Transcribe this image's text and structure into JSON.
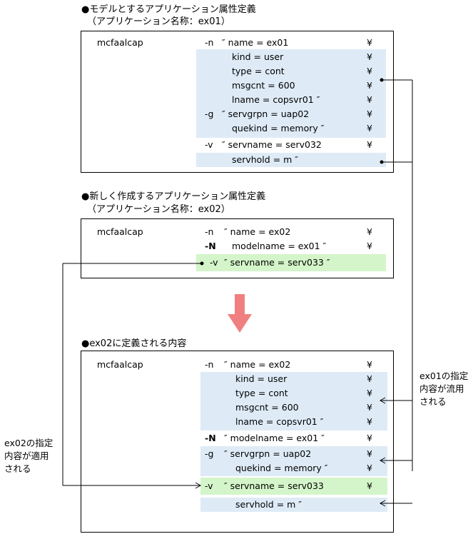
{
  "sections": {
    "model": {
      "heading": "●モデルとするアプリケーション属性定義",
      "subheading": "（アプリケーション名称：ex01）",
      "command": "mcfaalcap",
      "lines": [
        {
          "opt": "-n",
          "text": "″ name = ex01",
          "yen": "¥"
        },
        {
          "opt": "",
          "text": "kind = user",
          "yen": "¥"
        },
        {
          "opt": "",
          "text": "type = cont",
          "yen": "¥"
        },
        {
          "opt": "",
          "text": "msgcnt = 600",
          "yen": "¥"
        },
        {
          "opt": "",
          "text": "lname = copsvr01 ″",
          "yen": "¥"
        },
        {
          "opt": "-g",
          "text": "″ servgrpn = uap02",
          "yen": "¥"
        },
        {
          "opt": "",
          "text": "quekind = memory ″",
          "yen": "¥"
        },
        {
          "opt": "-v",
          "text": "″ servname = serv032",
          "yen": "¥"
        },
        {
          "opt": "",
          "text": "servhold = m ″",
          "yen": ""
        }
      ]
    },
    "new": {
      "heading": "●新しく作成するアプリケーション属性定義",
      "subheading": "（アプリケーション名称：ex02）",
      "command": "mcfaalcap",
      "lines": [
        {
          "opt": "-n",
          "text": "″ name = ex02",
          "yen": "¥"
        },
        {
          "opt": "-N",
          "text": "modelname = ex01 ″",
          "yen": "¥"
        },
        {
          "opt": "-v",
          "text": "″ servname = serv033 ″",
          "yen": ""
        }
      ]
    },
    "result": {
      "heading": "●ex02に定義される内容",
      "command": "mcfaalcap",
      "lines": [
        {
          "opt": "-n",
          "text": "″ name = ex02",
          "yen": "¥"
        },
        {
          "opt": "",
          "text": "kind = user",
          "yen": "¥"
        },
        {
          "opt": "",
          "text": "type = cont",
          "yen": "¥"
        },
        {
          "opt": "",
          "text": "msgcnt = 600",
          "yen": "¥"
        },
        {
          "opt": "",
          "text": "lname = copsvr01 ″",
          "yen": "¥"
        },
        {
          "opt": "-N",
          "text": "″ modelname = ex01 ″",
          "yen": "¥"
        },
        {
          "opt": "-g",
          "text": "″ servgrpn = uap02",
          "yen": "¥"
        },
        {
          "opt": "",
          "text": "quekind = memory ″",
          "yen": "¥"
        },
        {
          "opt": "-v",
          "text": "″ servname = serv033",
          "yen": "¥"
        },
        {
          "opt": "",
          "text": "servhold = m ″",
          "yen": ""
        }
      ]
    }
  },
  "notes": {
    "ex01": [
      "ex01の指定",
      "内容が流用",
      "される"
    ],
    "ex02": [
      "ex02の指定",
      "内容が適用",
      "される"
    ]
  },
  "colors": {
    "blue_highlight": "#deebf7",
    "green_highlight": "#d4f5c9",
    "arrow": "#f08080"
  }
}
